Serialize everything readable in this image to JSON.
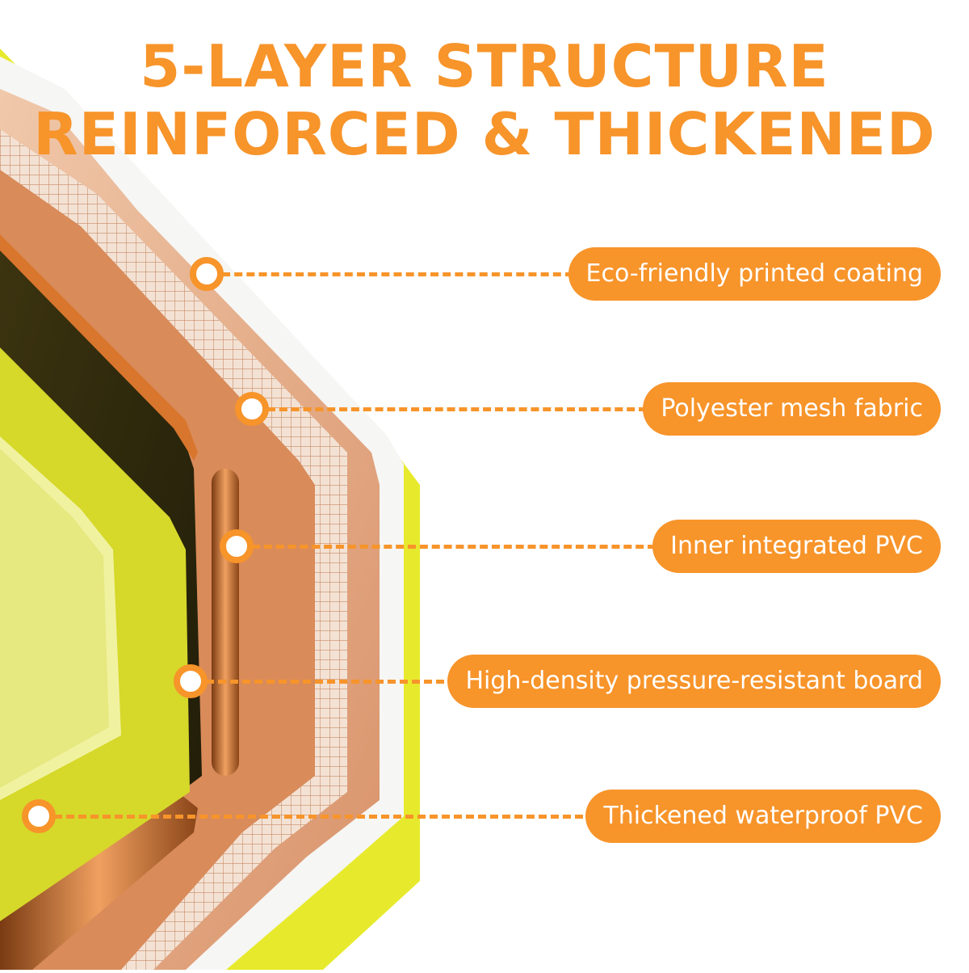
{
  "title": {
    "line1": "5-LAYER STRUCTURE",
    "line2": "REINFORCED & THICKENED"
  },
  "layers": [
    {
      "label": "Eco-friendly printed coating"
    },
    {
      "label": "Polyester mesh fabric"
    },
    {
      "label": "Inner integrated PVC"
    },
    {
      "label": "High-density pressure-resistant board"
    },
    {
      "label": "Thickened waterproof PVC"
    }
  ],
  "colors": {
    "accent": "#f7942a",
    "board_yellow": "#e8ea2a",
    "copper": "#c8672a"
  }
}
